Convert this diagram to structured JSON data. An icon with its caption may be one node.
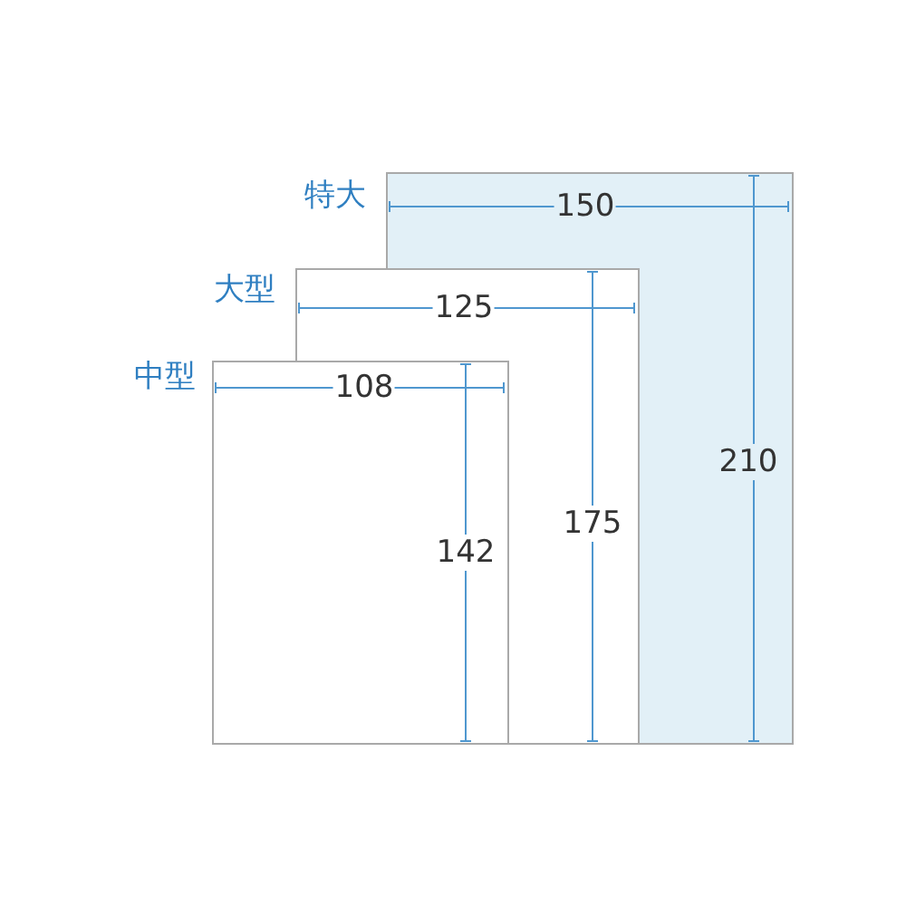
{
  "diagram": {
    "nodes": [
      {
        "text": [
          "特大"
        ]
      },
      {
        "text": [
          "大型"
        ]
      },
      {
        "text": [
          "中型"
        ]
      }
    ],
    "labels": [
      "150",
      "125",
      "108",
      "210",
      "175",
      "142"
    ]
  }
}
